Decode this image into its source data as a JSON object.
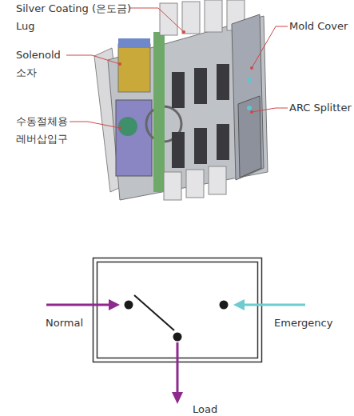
{
  "diagram": {
    "labels": [
      "Silver Coating (은도금) Lug",
      "Solenold 소자",
      "수동절체용 레버삽입구",
      "Mold Cover",
      "ARC Splitter",
      "Normal",
      "Emergency",
      "Load"
    ]
  }
}
